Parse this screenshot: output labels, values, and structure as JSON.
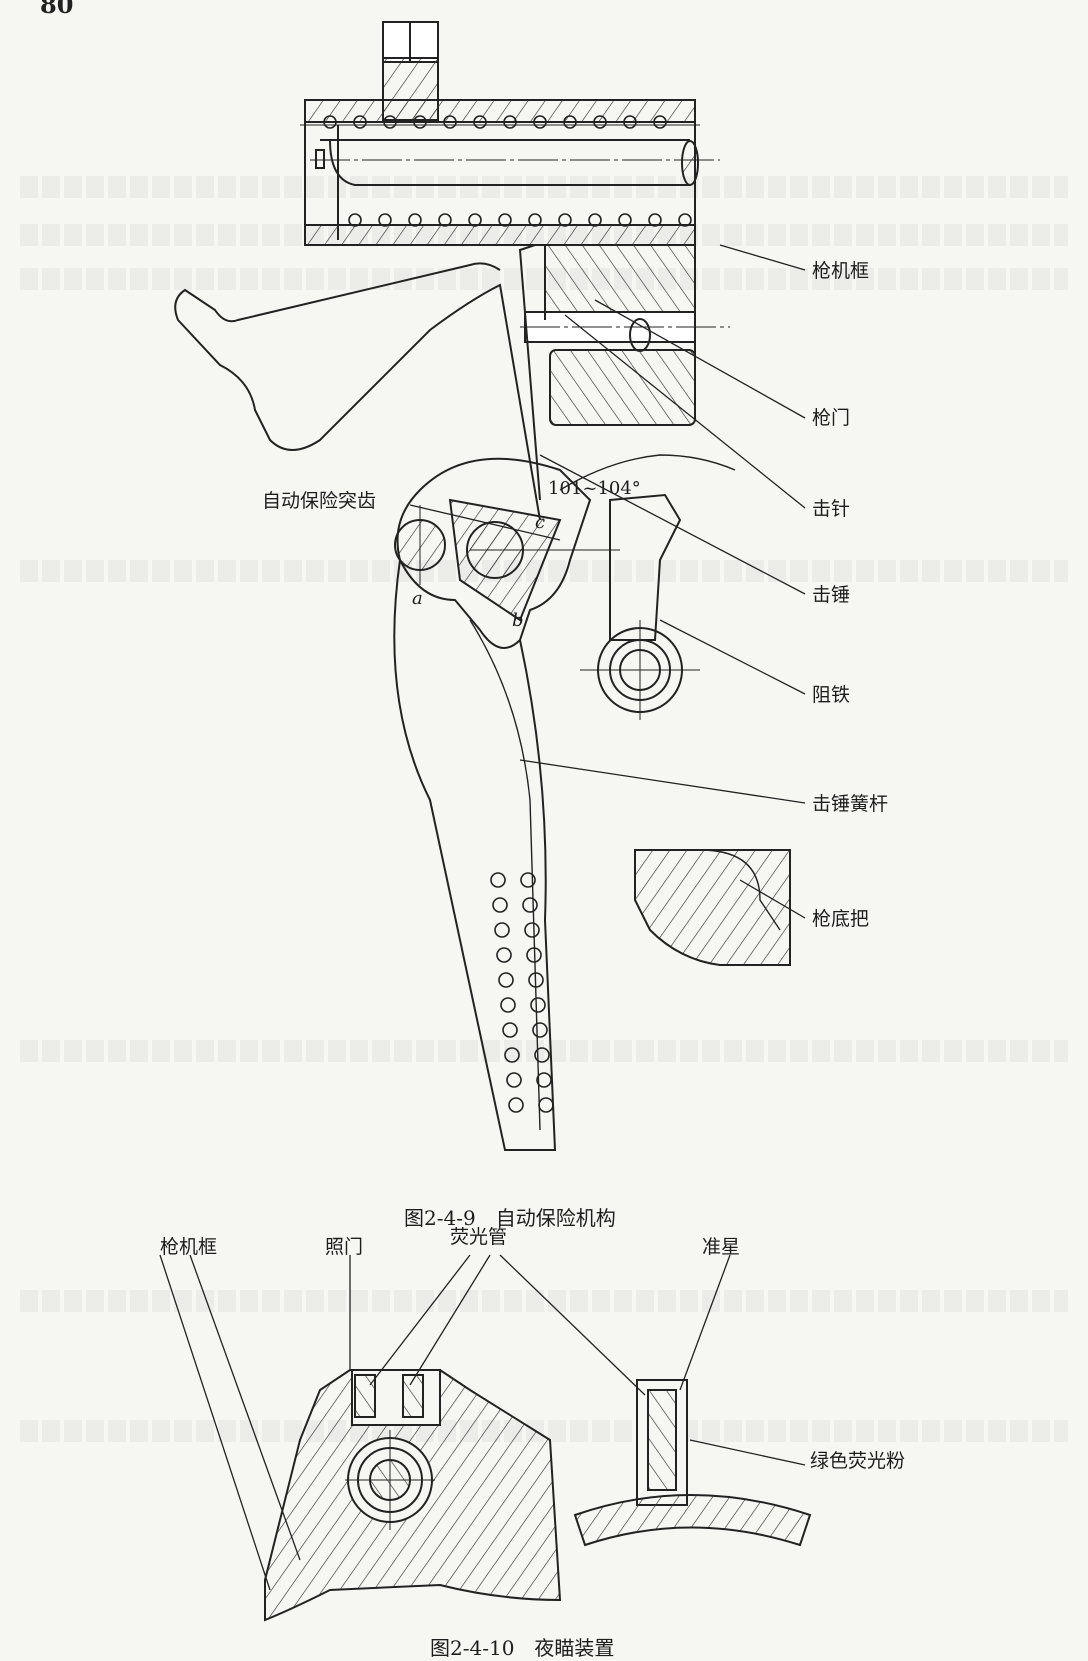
{
  "page_number": "80",
  "figure_1": {
    "caption": "图2-4-9　自动保险机构",
    "labels": {
      "slide_frame": "枪机框",
      "bolt": "枪门",
      "firing_pin": "击针",
      "hammer": "击锤",
      "sear": "阻铁",
      "hammer_spring_rod": "击锤簧杆",
      "grip_frame": "枪底把",
      "auto_safety_tooth": "自动保险突齿",
      "angle": "101~104°",
      "point_a": "a",
      "point_b": "b",
      "point_c": "c"
    }
  },
  "figure_2": {
    "caption": "图2-4-10　夜瞄装置",
    "labels": {
      "slide_frame": "枪机框",
      "rear_sight": "照门",
      "fluorescent_tube": "荧光管",
      "front_sight": "准星",
      "green_phosphor": "绿色荧光粉"
    }
  }
}
